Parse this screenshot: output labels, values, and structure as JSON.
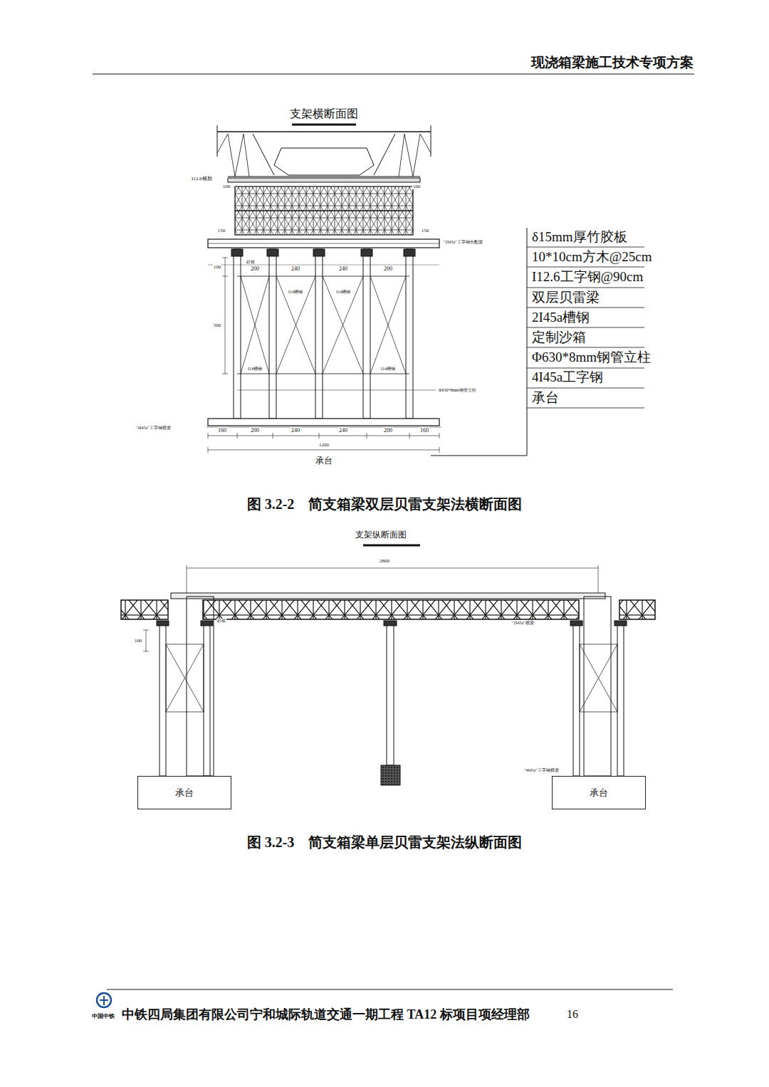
{
  "diagram": {
    "title": "现浇箱梁施工技术专项方案",
    "nodes": [
      {
        "text": [
          "承台"
        ]
      },
      {
        "text": [
          "承台"
        ]
      }
    ],
    "labels": [
      "支架横断面图",
      "I12.6横肋",
      "100",
      "100",
      "150",
      "150",
      "\"2I45a\"工字钢分配梁",
      "砂箱",
      "200",
      "240",
      "240",
      "200",
      "100",
      "500",
      "I14槽钢",
      "I14槽钢",
      "I14槽钢",
      "I14槽钢",
      "Φ630*8mm钢管立柱",
      "\"4I45a\"工字钢横梁",
      "160",
      "200",
      "240",
      "240",
      "200",
      "160",
      "1200",
      "承台",
      "δ15mm厚竹胶板",
      "10*10cm方木@25cm",
      "I12.6工字钢@90cm",
      "双层贝雷梁",
      "2I45a槽钢",
      "定制沙箱",
      "Φ630*8mm钢管立柱",
      "4I45a工字钢",
      "承台",
      "图 3.2-2　简支箱梁双层贝雷支架法横断面图",
      "支架纵断面图",
      "2800",
      "100",
      "砂箱",
      "\"2I45a\"横梁",
      "\"4I45a\"工字钢横梁",
      "图 3.2-3　简支箱梁单层贝雷支架法纵断面图",
      "中国中铁",
      "中铁四局集团有限公司宁和城际轨道交通一期工程 TA12 标项目项经理部",
      "16"
    ]
  }
}
